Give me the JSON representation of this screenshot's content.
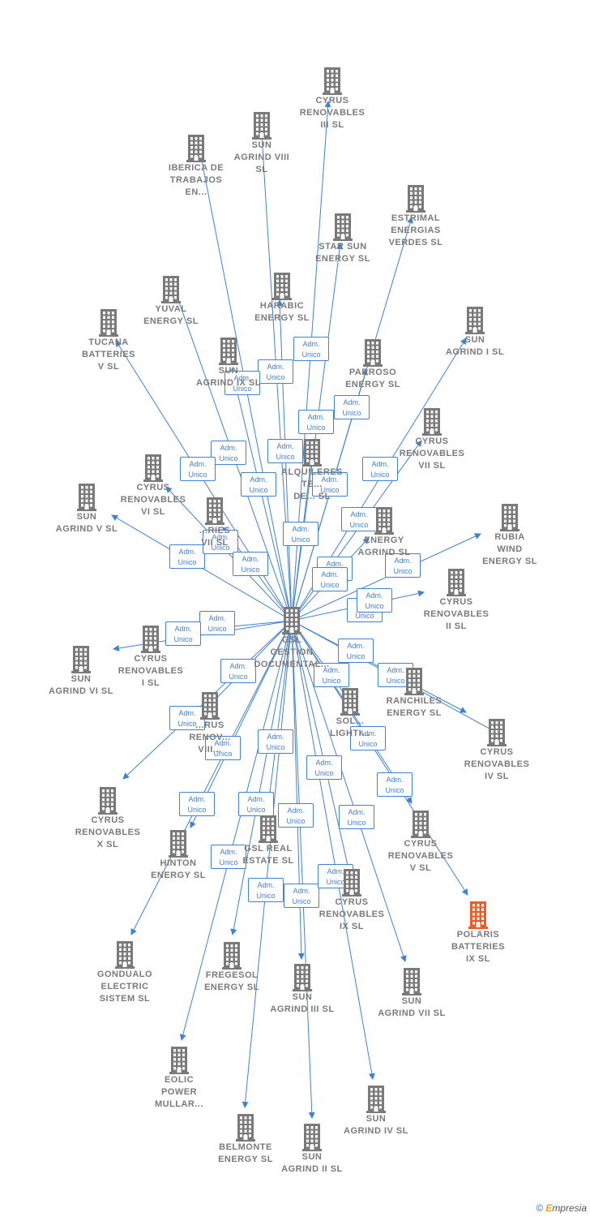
{
  "colors": {
    "edge": "#3f82d3",
    "node": "#7a7a7a",
    "highlight": "#f05a28"
  },
  "center": {
    "id": "gsl",
    "label": "GSL\nGESTION\nDOCUMENTAL..."
  },
  "badge_text": {
    "line1": "Adm.",
    "line2": "Unico"
  },
  "nodes": [
    {
      "id": "cyrus3",
      "label": "CYRUS\nRENOVABLES\nIII  SL"
    },
    {
      "id": "sunviii",
      "label": "SUN\nAGRIND VIII\nSL"
    },
    {
      "id": "iberica",
      "label": "IBERICA DE\nTRABAJOS\nEN..."
    },
    {
      "id": "estrimal",
      "label": "ESTRIMAL\nENERGIAS\nVERDES  SL"
    },
    {
      "id": "starsun",
      "label": "STAR SUN\nENERGY  SL"
    },
    {
      "id": "harabic",
      "label": "HARABIC\nENERGY  SL"
    },
    {
      "id": "yuval",
      "label": "YUVAL\nENERGY  SL"
    },
    {
      "id": "tucana",
      "label": "TUCANA\nBATTERIES\nV  SL"
    },
    {
      "id": "sunagi",
      "label": "SUN\nAGRIND I  SL"
    },
    {
      "id": "parroso",
      "label": "PARROSO\nENERGY  SL"
    },
    {
      "id": "sunix",
      "label": "SUN\nAGRIND IX  SL"
    },
    {
      "id": "cyrus7",
      "label": "CYRUS\nRENOVABLES\nVII  SL"
    },
    {
      "id": "alquileres",
      "label": "ALQUILERES\nTE...\nDE...  SL"
    },
    {
      "id": "cyrus6",
      "label": "CYRUS\nRENOVABLES\nVI  SL"
    },
    {
      "id": "sunv",
      "label": "SUN\nAGRIND V  SL"
    },
    {
      "id": "rubia",
      "label": "RUBIA\nWIND\nENERGY  SL"
    },
    {
      "id": "batvii",
      "label": "...RIES\nVII  SL"
    },
    {
      "id": "energyagrind",
      "label": "ENERGY\nAGRIND  SL"
    },
    {
      "id": "cyrus2",
      "label": "CYRUS\nRENOVABLES\nII  SL"
    },
    {
      "id": "cyrus1",
      "label": "CYRUS\nRENOVABLES\nI  SL"
    },
    {
      "id": "sunvi",
      "label": "SUN\nAGRIND VI  SL"
    },
    {
      "id": "ranchiles",
      "label": "RANCHILES\nENERGY  SL"
    },
    {
      "id": "cyrus8",
      "label": "...RUS\nRENOV...\nVIII..."
    },
    {
      "id": "solighting",
      "label": "SOL...\nLIGHTI..."
    },
    {
      "id": "cyrus4",
      "label": "CYRUS\nRENOVABLES\nIV  SL"
    },
    {
      "id": "cyrus10",
      "label": "CYRUS\nRENOVABLES\nX  SL"
    },
    {
      "id": "gslreal",
      "label": "GSL REAL\nESTATE  SL"
    },
    {
      "id": "cyrus5",
      "label": "CYRUS\nRENOVABLES\nV  SL"
    },
    {
      "id": "hinton",
      "label": "HINTON\nENERGY  SL"
    },
    {
      "id": "cyrus9",
      "label": "CYRUS\nRENOVABLES\nIX  SL"
    },
    {
      "id": "polaris",
      "label": "POLARIS\nBATTERIES\nIX  SL",
      "highlight": true
    },
    {
      "id": "gondualo",
      "label": "GONDUALO\nELECTRIC\nSISTEM  SL"
    },
    {
      "id": "fregesol",
      "label": "FREGESOL\nENERGY  SL"
    },
    {
      "id": "suniii",
      "label": "SUN\nAGRIND III  SL"
    },
    {
      "id": "sunvii",
      "label": "SUN\nAGRIND VII  SL"
    },
    {
      "id": "eolic",
      "label": "EOLIC\nPOWER\nMULLAR..."
    },
    {
      "id": "belmonte",
      "label": "BELMONTE\nENERGY  SL"
    },
    {
      "id": "suniv",
      "label": "SUN\nAGRIND IV  SL"
    },
    {
      "id": "sunii",
      "label": "SUN\nAGRIND II  SL"
    }
  ],
  "footer": {
    "copyright": "©",
    "brand_first": "E",
    "brand_rest": "mpresia"
  }
}
